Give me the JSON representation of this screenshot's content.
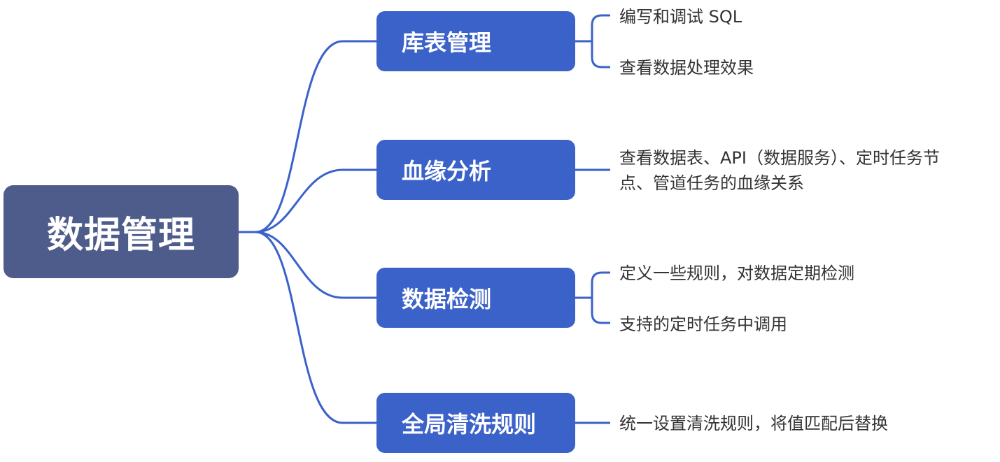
{
  "root": {
    "label": "数据管理"
  },
  "branches": [
    {
      "label": "库表管理",
      "leaves": [
        "编写和调试 SQL",
        "查看数据处理效果"
      ]
    },
    {
      "label": "血缘分析",
      "leaves": [
        "查看数据表、API（数据服务）、定时任务节",
        "点、管道任务的血缘关系"
      ]
    },
    {
      "label": "数据检测",
      "leaves": [
        "定义一些规则，对数据定期检测",
        "支持的定时任务中调用"
      ]
    },
    {
      "label": "全局清洗规则",
      "leaves": [
        "统一设置清洗规则，将值匹配后替换"
      ]
    }
  ],
  "colors": {
    "root": "#4E5C8B",
    "branch": "#3B62C9",
    "line": "#3B62C9",
    "text": "#333333"
  }
}
